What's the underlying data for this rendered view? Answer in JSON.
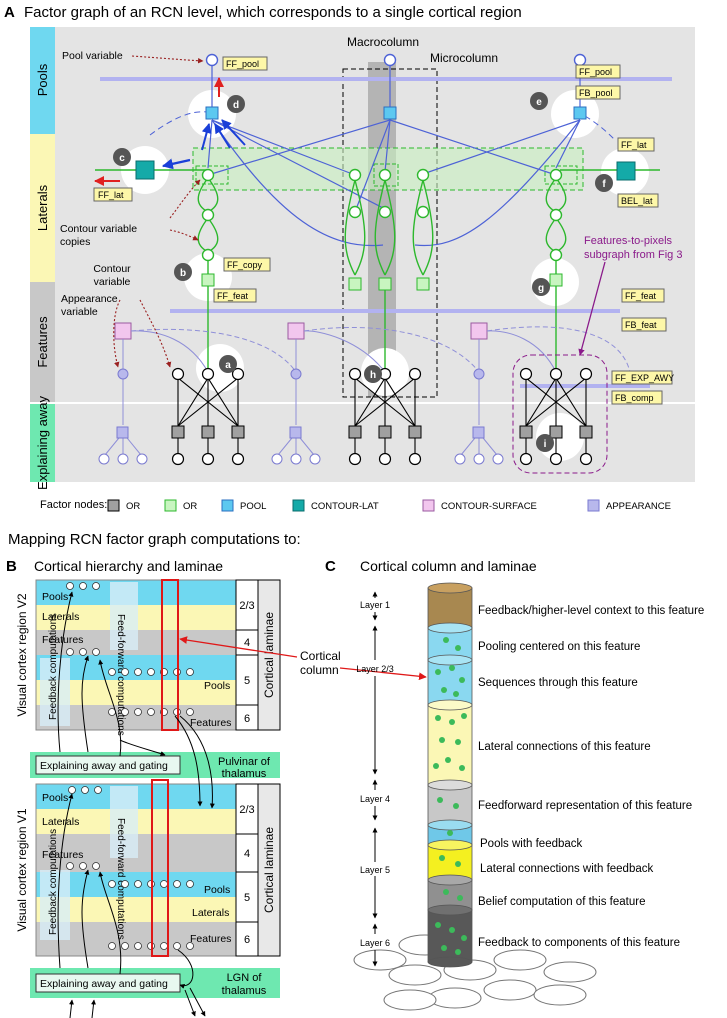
{
  "panel_a": {
    "letter": "A",
    "title": "Factor graph of an RCN level, which corresponds to a single cortical region",
    "bands": [
      "Pools",
      "Laterals",
      "Features",
      "Explaining away"
    ],
    "band_colors": {
      "pools": "#6fd8f0",
      "laterals": "#fbf7b5",
      "features": "#c8c8c8",
      "explaining": "#6ee8b0"
    },
    "column_labels": {
      "macro": "Macrocolumn",
      "micro": "Microcolumn"
    },
    "annotations": {
      "pool_variable": "Pool variable",
      "contour_copies_1": "Contour variable",
      "contour_copies_2": "copies",
      "contour_var_1": "Contour",
      "contour_var_2": "variable",
      "appearance_1": "Appearance",
      "appearance_2": "variable",
      "f2p_1": "Features-to-pixels",
      "f2p_2": "subgraph from Fig 3"
    },
    "tags": {
      "ff_pool_1": "FF_pool",
      "ff_pool_2": "FF_pool",
      "fb_pool": "FB_pool",
      "ff_lat_left": "FF_lat",
      "ff_lat_right": "FF_lat",
      "bel_lat": "BEL_lat",
      "ff_copy": "FF_copy",
      "ff_feat_left": "FF_feat",
      "ff_feat_right": "FF_feat",
      "fb_feat": "FB_feat",
      "ff_exp_awy": "FF_EXP_AWY",
      "fb_comp": "FB_comp"
    },
    "markers": [
      "a",
      "b",
      "c",
      "d",
      "e",
      "f",
      "g",
      "h",
      "i"
    ],
    "legend": {
      "title": "Factor nodes:",
      "items": [
        {
          "label": "OR",
          "color": "#a0a0a0"
        },
        {
          "label": "OR",
          "color": "#c8f5c0"
        },
        {
          "label": "POOL",
          "color": "#5cc8f0"
        },
        {
          "label": "CONTOUR-LAT",
          "color": "#14aaa8"
        },
        {
          "label": "CONTOUR-SURFACE",
          "color": "#f2c6ee"
        },
        {
          "label": "APPEARANCE",
          "color": "#b8b8ec"
        }
      ]
    }
  },
  "mapping_title": "Mapping RCN factor graph computations to:",
  "panel_b": {
    "letter": "B",
    "title": "Cortical hierarchy and laminae",
    "region_v2": "Visual cortex region V2",
    "region_v1": "Visual cortex region V1",
    "row_labels": {
      "pools": "Pools",
      "laterals": "Laterals",
      "features": "Features"
    },
    "layer_numbers": [
      "2/3",
      "4",
      "5",
      "6"
    ],
    "laminae_label": "Cortical laminae",
    "feedforward": "Feed-forward computations",
    "feedback": "Feedback computations",
    "explaining": "Explaining away and gating",
    "pulvinar_1": "Pulvinar of",
    "pulvinar_2": "thalamus",
    "lgn_1": "LGN of",
    "lgn_2": "thalamus",
    "cortical_column_1": "Cortical",
    "cortical_column_2": "column"
  },
  "panel_c": {
    "letter": "C",
    "title": "Cortical column and laminae",
    "layers": [
      "Layer 1",
      "Layer 2/3",
      "Layer 4",
      "Layer 5",
      "Layer 6"
    ],
    "descriptions": [
      "Feedback/higher-level context to this feature",
      "Pooling centered on this feature",
      "Sequences through this feature",
      "Lateral connections of this feature",
      "Feedforward representation of this feature",
      "Pools with feedback",
      "Lateral connections with feedback",
      "Belief computation of this feature",
      "Feedback to components of this feature"
    ]
  }
}
